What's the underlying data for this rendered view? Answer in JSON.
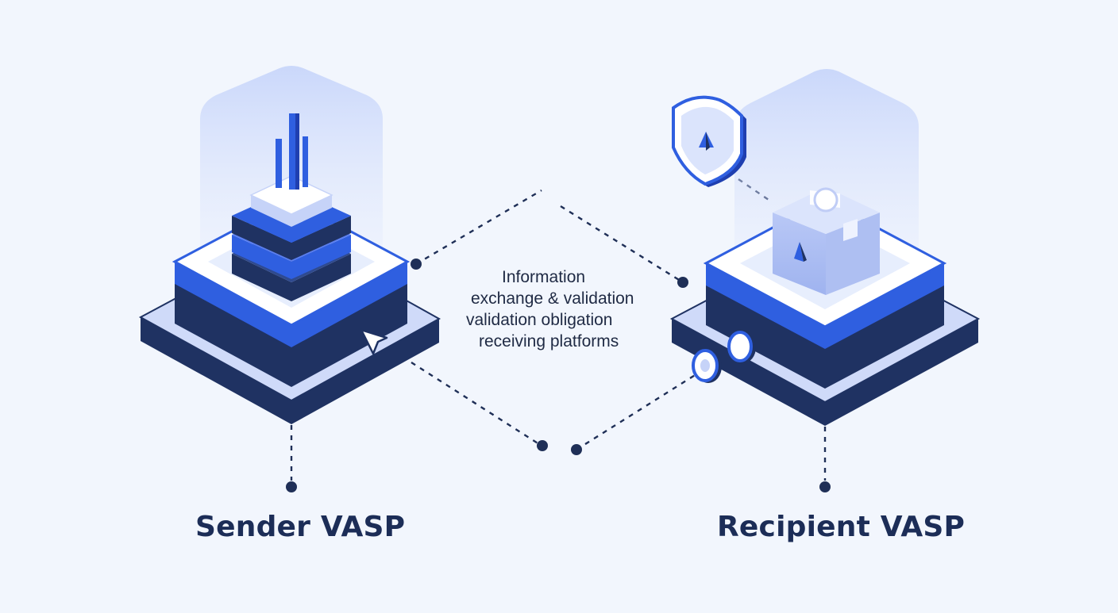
{
  "sender": {
    "title": "Sender VASP"
  },
  "recipient": {
    "title": "Recipient VASP"
  },
  "center_text": {
    "lines": [
      "Information",
      "exchange & validation",
      "validation obligation",
      "receiving platforms"
    ]
  },
  "colors": {
    "background": "#f2f6fd",
    "navy": "#1f3262",
    "blue": "#2f5fe0",
    "light_blue": "#c9d6fb",
    "pale_blue": "#e8eefd",
    "text": "#1c2d57"
  },
  "icons": {
    "sender_device": "server-stack-icon",
    "sender_pointer": "cursor-arrow-icon",
    "recipient_shield": "shield-icon",
    "recipient_box": "package-box-icon",
    "recipient_connector": "cable-connector-icon"
  }
}
